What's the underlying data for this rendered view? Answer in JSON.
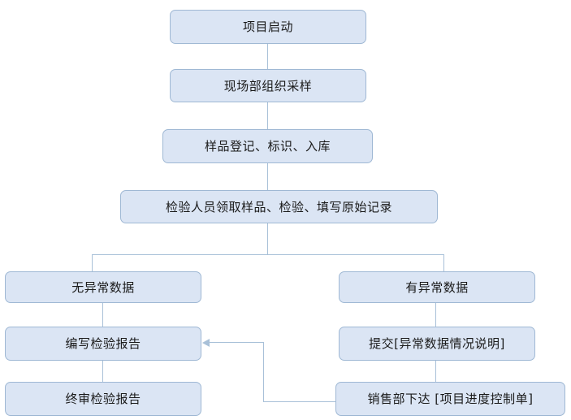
{
  "diagram": {
    "title_text": "",
    "colors": {
      "node_fill": "#dbe5f4",
      "node_border": "#9fb8d4",
      "connector": "#a8c0d8",
      "text": "#1a1a1a",
      "background": "#ffffff"
    },
    "nodes": [
      {
        "id": "project-start",
        "label": "项目启动"
      },
      {
        "id": "field-sampling",
        "label": "现场部组织采样"
      },
      {
        "id": "sample-registration",
        "label": "样品登记、标识、入库"
      },
      {
        "id": "inspection-record",
        "label": "检验人员领取样品、检验、填写原始记录"
      },
      {
        "id": "no-abnormal-data",
        "label": "无异常数据"
      },
      {
        "id": "has-abnormal-data",
        "label": "有异常数据"
      },
      {
        "id": "write-report",
        "label": "编写检验报告"
      },
      {
        "id": "submit-explanation",
        "label": "提交[异常数据情况说明]"
      },
      {
        "id": "final-review-report",
        "label": "终审检验报告"
      },
      {
        "id": "sales-dept-order",
        "label": "销售部下达 [项目进度控制单]"
      }
    ],
    "edges": [
      {
        "from": "project-start",
        "to": "field-sampling",
        "kind": "vertical"
      },
      {
        "from": "field-sampling",
        "to": "sample-registration",
        "kind": "vertical"
      },
      {
        "from": "sample-registration",
        "to": "inspection-record",
        "kind": "vertical"
      },
      {
        "from": "inspection-record",
        "to": "no-abnormal-data",
        "kind": "branch-left"
      },
      {
        "from": "inspection-record",
        "to": "has-abnormal-data",
        "kind": "branch-right"
      },
      {
        "from": "no-abnormal-data",
        "to": "write-report",
        "kind": "vertical"
      },
      {
        "from": "write-report",
        "to": "final-review-report",
        "kind": "vertical"
      },
      {
        "from": "has-abnormal-data",
        "to": "submit-explanation",
        "kind": "vertical"
      },
      {
        "from": "submit-explanation",
        "to": "sales-dept-order",
        "kind": "vertical"
      },
      {
        "from": "sales-dept-order",
        "to": "write-report",
        "kind": "feedback-arrow"
      }
    ]
  }
}
